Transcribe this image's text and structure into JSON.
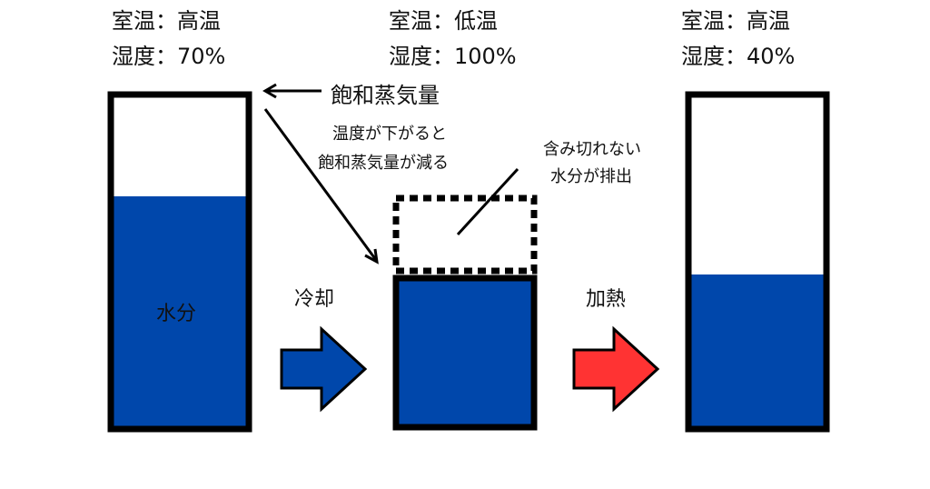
{
  "states": [
    {
      "temp": "室温：高温",
      "humidity": "湿度：70%"
    },
    {
      "temp": "室温：低温",
      "humidity": "湿度：100%"
    },
    {
      "temp": "室温：高温",
      "humidity": "湿度：40%"
    }
  ],
  "annotations": {
    "saturation": "飽和蒸気量",
    "decrease_line1": "温度が下がると",
    "decrease_line2": "飽和蒸気量が減る",
    "excess_line1": "含み切れない",
    "excess_line2": "水分が排出",
    "water": "水分"
  },
  "actions": {
    "cool": "冷却",
    "heat": "加熱"
  },
  "colors": {
    "water": "#0047ab",
    "cool_arrow": "#0047ab",
    "heat_arrow": "#ff3333",
    "outline": "#000000"
  }
}
